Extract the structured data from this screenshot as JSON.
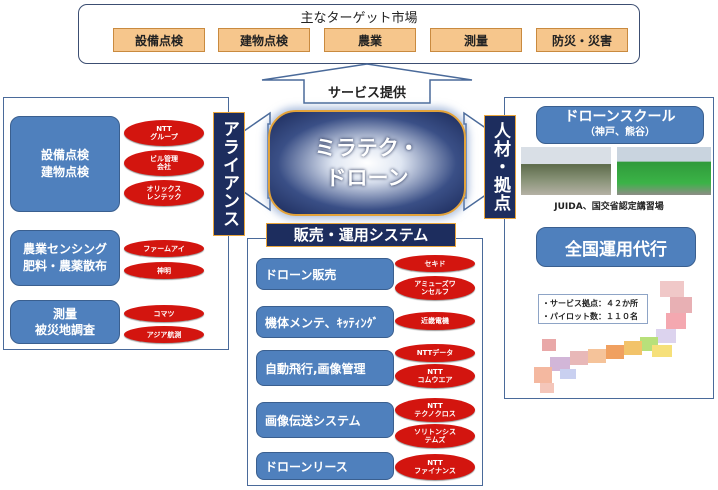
{
  "top": {
    "title": "主なターゲット市場",
    "tags": [
      "設備点検",
      "建物点検",
      "農業",
      "測量",
      "防災・災害"
    ]
  },
  "service_label": "サービス提供",
  "core": {
    "line1": "ミラテク・",
    "line2": "ドローン"
  },
  "alliance": {
    "banner": "アライアンス",
    "groups": [
      {
        "label1": "設備点検",
        "label2": "建物点検",
        "partners": [
          [
            "NTT",
            "グループ"
          ],
          [
            "ビル管理",
            "会社"
          ],
          [
            "オリックス",
            "レンテック"
          ]
        ]
      },
      {
        "label1": "農業センシング",
        "label2": "肥料・農薬散布",
        "partners": [
          [
            "ファームアイ"
          ],
          [
            "神明"
          ]
        ]
      },
      {
        "label1": "測量",
        "label2": "被災地調査",
        "partners": [
          [
            "コマツ"
          ],
          [
            "アジア航測"
          ]
        ]
      }
    ]
  },
  "system": {
    "header": "販売・運用システム",
    "items": [
      {
        "label": "ドローン販売",
        "partners": [
          [
            "セキド"
          ],
          [
            "アミューズワ",
            "ンセルフ"
          ]
        ]
      },
      {
        "label": "機体メンテ、ｷｯﾃｨﾝｸﾞ",
        "partners": [
          [
            "近畿電機"
          ]
        ]
      },
      {
        "label": "自動飛行,画像管理",
        "partners": [
          [
            "NTTデータ"
          ],
          [
            "NTT",
            "コムウエア"
          ]
        ]
      },
      {
        "label": "画像伝送システム",
        "partners": [
          [
            "NTT",
            "テクノクロス"
          ],
          [
            "ソリトンシス",
            "テムズ"
          ]
        ]
      },
      {
        "label": "ドローンリース",
        "partners": [
          [
            "NTT",
            "ファイナンス"
          ]
        ]
      }
    ]
  },
  "human": {
    "banner": "人材・拠点",
    "school_title": "ドローンスクール",
    "school_sub": "（神戸、熊谷）",
    "school_caption": "JUIDA、国交省認定講習場",
    "ops_title": "全国運用代行",
    "stat1": "・サービス拠点：４２か所",
    "stat2": "・パイロット数：１１０名"
  },
  "colors": {
    "blue_box": "#4f80bd",
    "navy_banner": "#1d2d5e",
    "red_oval": "#d3150f",
    "tag_orange": "#f6c68c",
    "gold_border": "#e2a23a"
  }
}
